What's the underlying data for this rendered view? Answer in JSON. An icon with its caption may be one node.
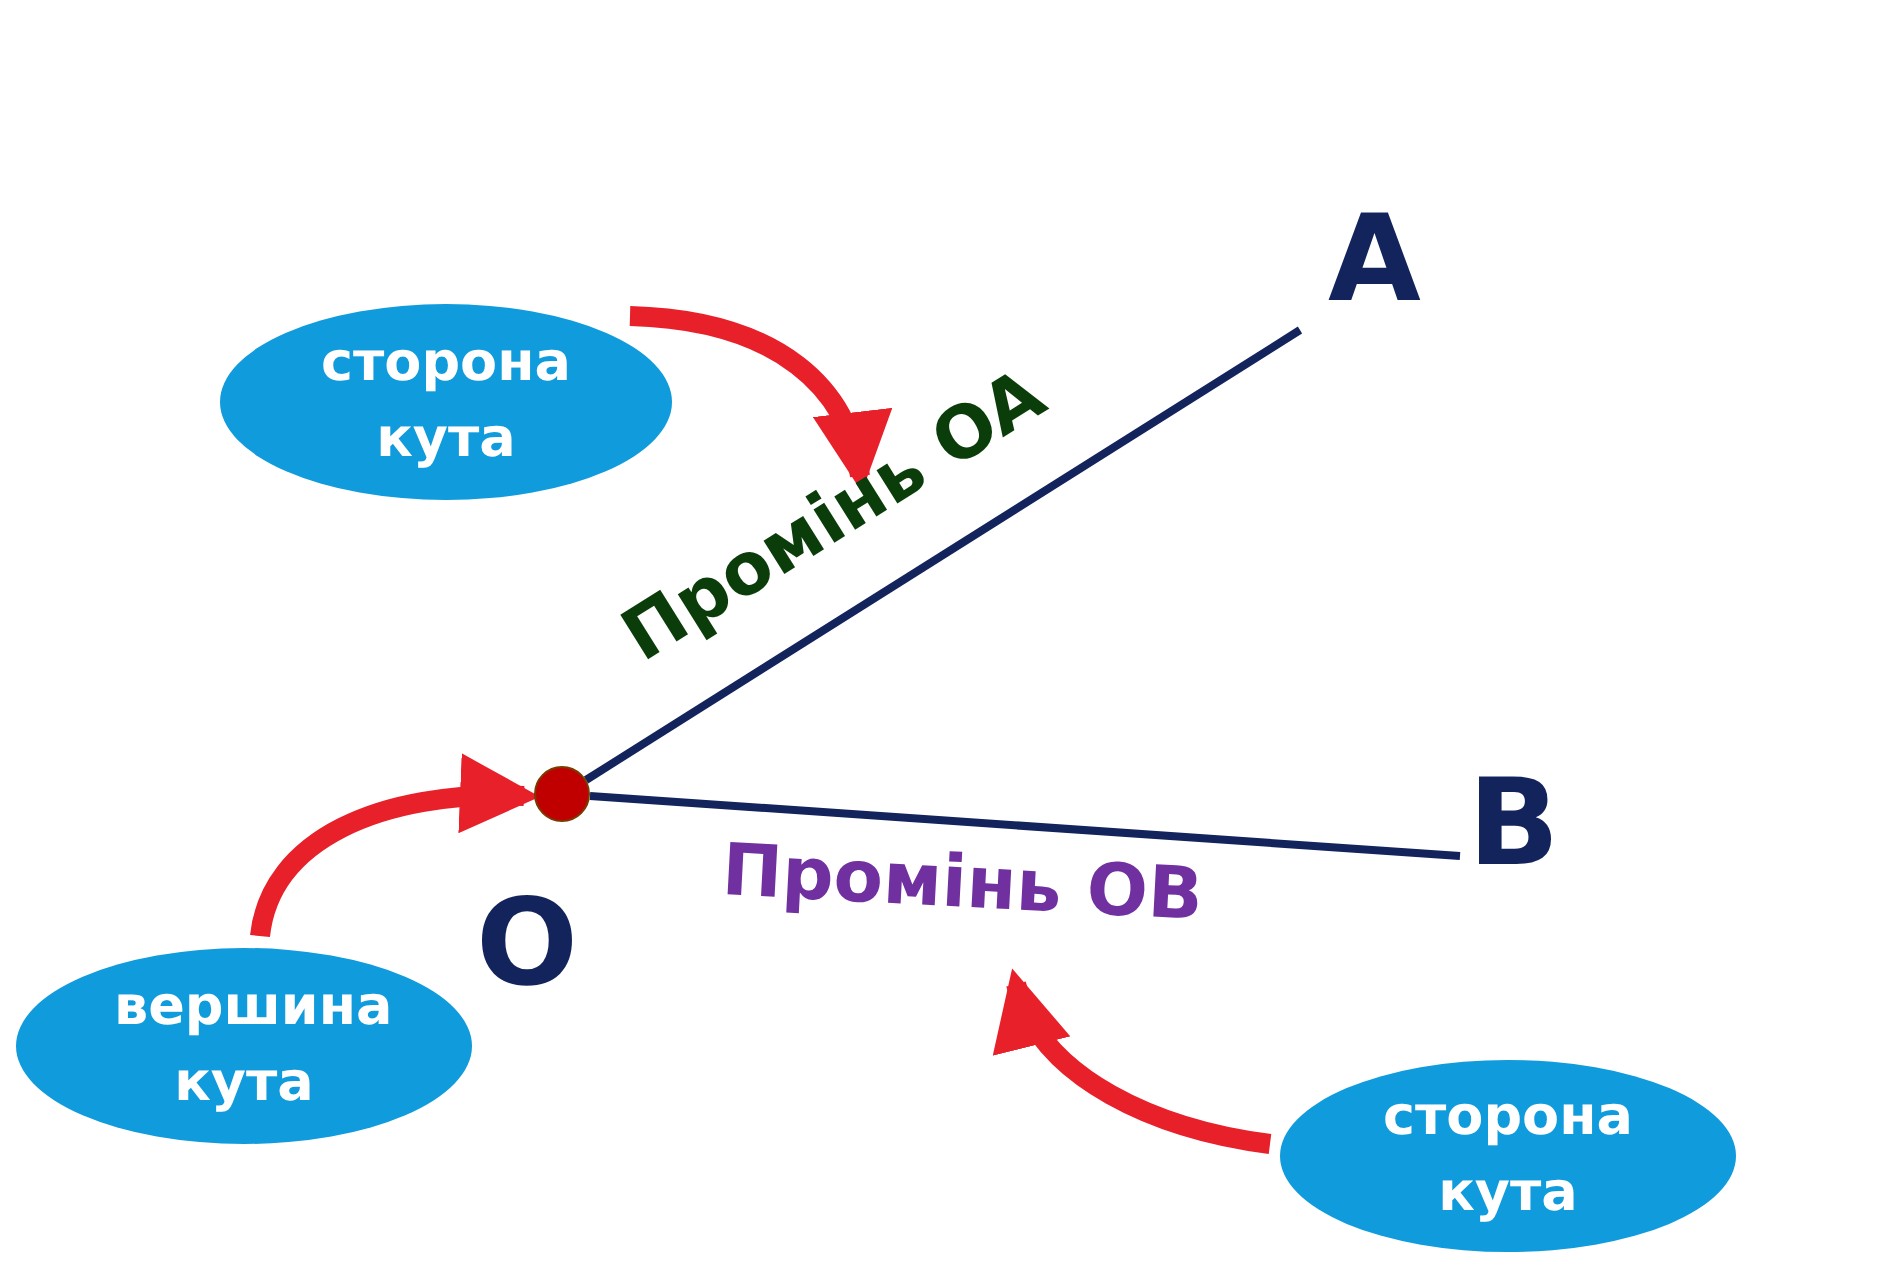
{
  "diagram": {
    "nodes": [
      {
        "text": [
          "сторона кута"
        ]
      },
      {
        "text": [
          "Промінь OA"
        ]
      },
      {
        "text": [],
        "shape": "circle"
      },
      {
        "text": [
          "вершина кута"
        ]
      },
      {
        "text": [
          "Промінь OB"
        ]
      },
      {
        "text": [
          "сторона кута"
        ]
      }
    ],
    "edges": [
      {
        "from": 0,
        "to": 1,
        "arrow": "to"
      },
      {
        "from": 3,
        "to": 2,
        "arrow": "to"
      },
      {
        "from": 5,
        "to": 4,
        "arrow": "to"
      }
    ],
    "labels": [
      "A",
      "O",
      "B"
    ]
  }
}
